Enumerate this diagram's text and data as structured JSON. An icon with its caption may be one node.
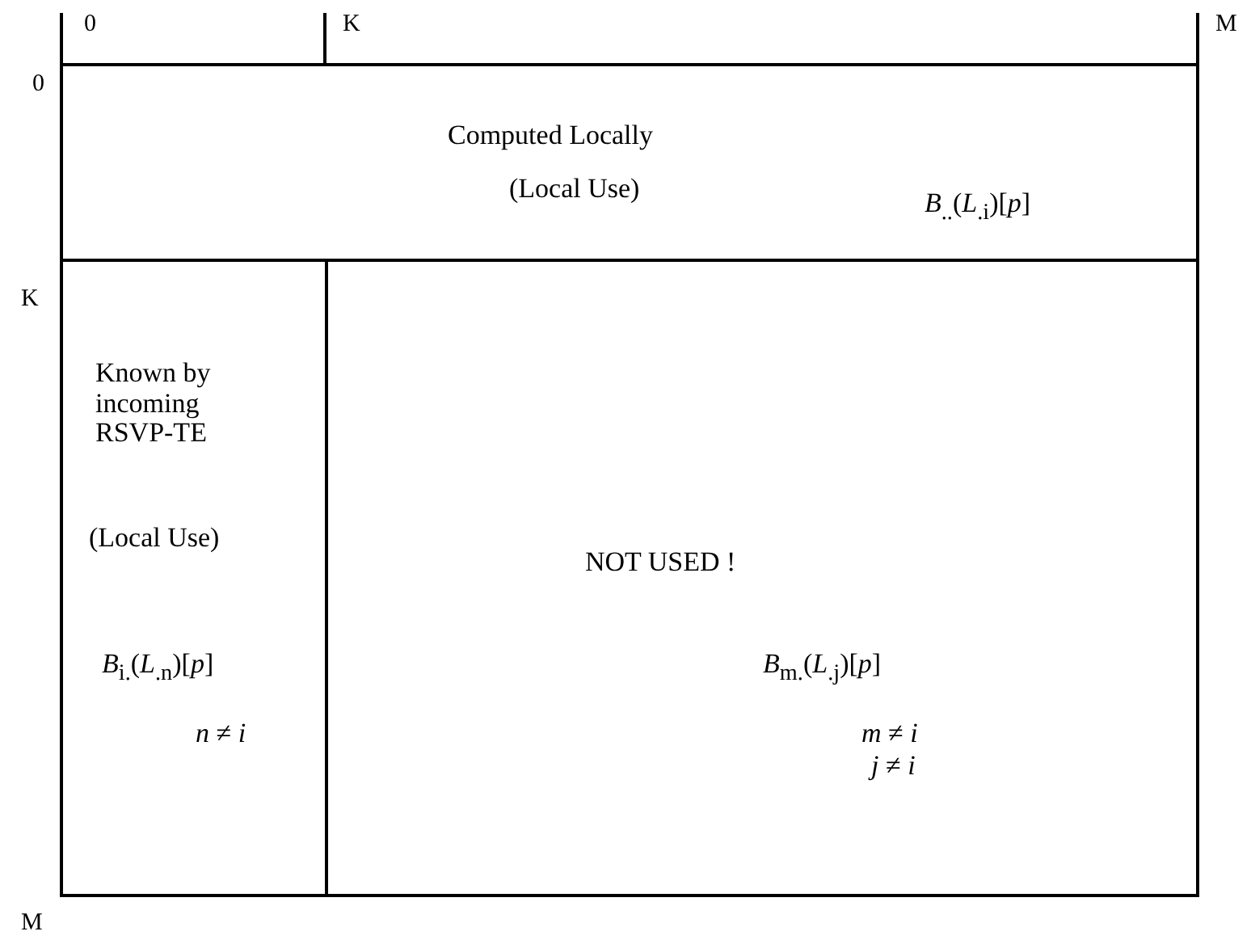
{
  "diagram": {
    "nodes": [
      {
        "text": [
          "Computed Locally",
          "(Local Use)",
          "*B*$_{..}$(*L*$_{.i}$)[*p*]"
        ]
      },
      {
        "text": [
          "Known by incoming RSVP-TE",
          "(Local Use)",
          "*B*$_{i.}$(*L*$_{.n}$)[*p*]",
          "*n*  ≠ *i*"
        ]
      },
      {
        "text": [
          "NOT USED !",
          "*B*$_{m.}$(*L*$_{.j}$)[*p*]",
          "*m* ≠ *i*",
          "*j* ≠ *i*"
        ]
      }
    ],
    "edges": [],
    "labels": [
      "0",
      "K",
      "M",
      "0",
      "K",
      "M"
    ]
  }
}
